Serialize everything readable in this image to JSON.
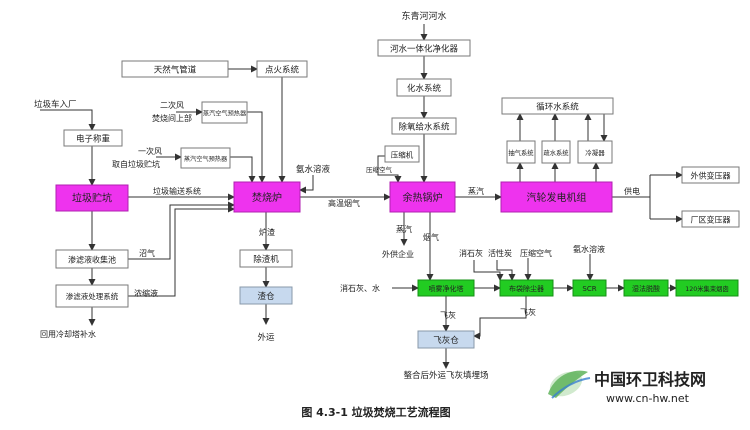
{
  "nodes": {
    "donghe_water": "东青河河水",
    "river_treatment": "河水一体化净化器",
    "natgas_pipe": "天然气管道",
    "ignition": "点火系统",
    "chem_water": "化水系统",
    "truck_in": "垃圾车入厂",
    "secondary_air": "二次风",
    "secondary_air_src": "焚烧间上部",
    "steam_air_preheater_1": "蒸汽空气预热器",
    "primary_air": "一次风",
    "primary_air_src": "取自垃圾贮坑",
    "steam_air_preheater_2": "蒸汽空气预热器",
    "deaerator": "除氧给水系统",
    "scale": "电子称重",
    "circ_water": "循环水系统",
    "compressor_small": "压缩机",
    "compressed_air_small": "压缩空气",
    "extract_steam": "抽气系统",
    "seal_steam": "疏水系统",
    "condenser": "冷凝器",
    "ammonia_solution": "氨水溶液",
    "pit": "垃圾贮坑",
    "transport": "垃圾输送系统",
    "incinerator": "焚烧炉",
    "hot_flue": "高温烟气",
    "boiler": "余热锅炉",
    "steam": "蒸汽",
    "turbine": "汽轮发电机组",
    "power": "供电",
    "ext_transformer": "外供变压器",
    "plant_transformer": "厂区变压器",
    "slag": "炉渣",
    "slag_remover": "除渣机",
    "slag_bin": "渣仓",
    "ship_out": "外运",
    "steam_2": "蒸汽",
    "flue_gas": "烟气",
    "outside_company": "外供企业",
    "leachate_pool": "渗滤液收集池",
    "biogas": "沼气",
    "leachate_treat": "渗滤液处理系统",
    "concentrate": "浓缩液",
    "cooling_makeup": "回用冷却塔补水",
    "lime_water": "消石灰、水",
    "lime": "消石灰",
    "activated_carbon": "活性炭",
    "compressed_air": "压缩空气",
    "ammonia_solution_2": "氨水溶液",
    "spray_tower": "喷雾净化塔",
    "bag_filter": "布袋除尘器",
    "scr": "SCR",
    "wet_scrubber": "湿法脱酸",
    "chimney": "120米集束烟囱",
    "fly_ash_1": "飞灰",
    "fly_ash_2": "飞灰",
    "fly_ash_bin": "飞灰仓",
    "landfill": "螯合后外运飞灰填埋场"
  },
  "caption": "图 4.3-1    垃圾焚烧工艺流程图",
  "watermark": {
    "title": "中国环卫科技网",
    "url": "www.cn-hw.net"
  },
  "colors": {
    "process_magenta": "#ee33ee",
    "gas_green": "#22cc22",
    "bin_blue": "#c7d9ee",
    "watermark_blue": "#1a5fb4"
  }
}
